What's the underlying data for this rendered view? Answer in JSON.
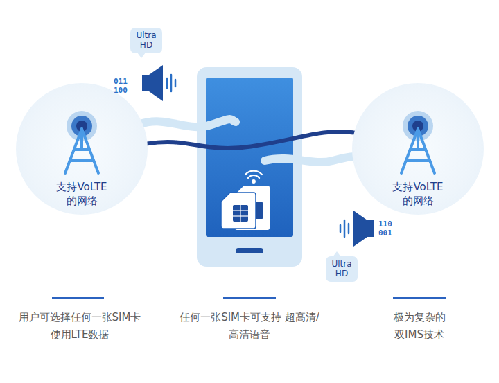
{
  "diagram": {
    "nodes": [
      {
        "text": [
          "Ultra HD"
        ]
      },
      {
        "text": [
          "支持VoLTE 的网络"
        ]
      },
      {
        "text": [
          "支持VoLTE 的网络"
        ]
      },
      {
        "text": [
          "Ultra HD"
        ]
      }
    ],
    "edges": [
      {
        "from": 1,
        "to": 2,
        "arrow": "none"
      }
    ],
    "labels": [
      "011",
      "100",
      "110",
      "001",
      "用户可选择任何一张SIM卡 使用LTE数据",
      "任何一张SIM卡可支持 超高清/高清语音",
      "极为复杂的 双IMS技术"
    ]
  }
}
